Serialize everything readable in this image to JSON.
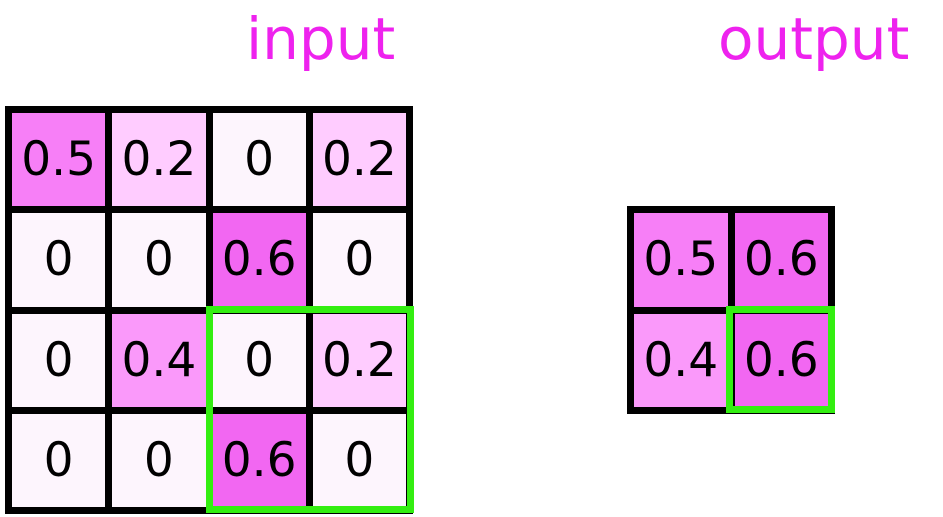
{
  "labels": {
    "input": "input",
    "output": "output"
  },
  "input_grid": {
    "rows": [
      [
        "0.5",
        "0.2",
        "0",
        "0.2"
      ],
      [
        "0",
        "0",
        "0.6",
        "0"
      ],
      [
        "0",
        "0.4",
        "0",
        "0.2"
      ],
      [
        "0",
        "0",
        "0.6",
        "0"
      ]
    ],
    "highlight": {
      "row_start": 2,
      "col_start": 2,
      "rows": 2,
      "cols": 2
    }
  },
  "output_grid": {
    "rows": [
      [
        "0.5",
        "0.6"
      ],
      [
        "0.4",
        "0.6"
      ]
    ],
    "highlight": {
      "row": 1,
      "col": 1
    }
  },
  "colors": {
    "title": "#ee22ee",
    "border": "#000000",
    "highlight": "#33ee11",
    "cell_0": "#fdf5fd",
    "cell_0.2": "#ffccff",
    "cell_0.4": "#fa99fa",
    "cell_0.5": "#f77ff7",
    "cell_0.6": "#f267f2"
  }
}
